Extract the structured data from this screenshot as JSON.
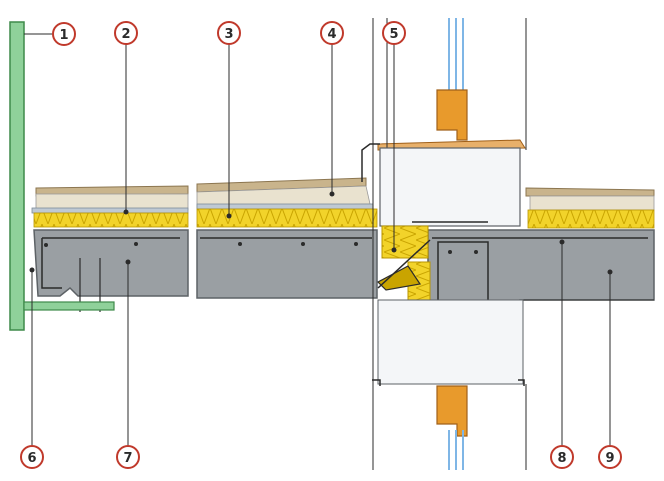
{
  "callouts": [
    {
      "id": "1",
      "label": "1"
    },
    {
      "id": "2",
      "label": "2"
    },
    {
      "id": "3",
      "label": "3"
    },
    {
      "id": "4",
      "label": "4"
    },
    {
      "id": "5",
      "label": "5"
    },
    {
      "id": "6",
      "label": "6"
    },
    {
      "id": "7",
      "label": "7"
    },
    {
      "id": "8",
      "label": "8"
    },
    {
      "id": "9",
      "label": "9"
    }
  ],
  "colors": {
    "concrete": "#9a9fa3",
    "concrete_edge": "#5d6266",
    "insulation": "#f2d32a",
    "screed": "#e9e2cf",
    "finish": "#c9b48c",
    "green_panel": "#8fd19a",
    "wood_frame": "#e89a2c",
    "glass": "#7fb6e6",
    "callout_ring": "#c0392b",
    "line": "#2b2b2b"
  }
}
